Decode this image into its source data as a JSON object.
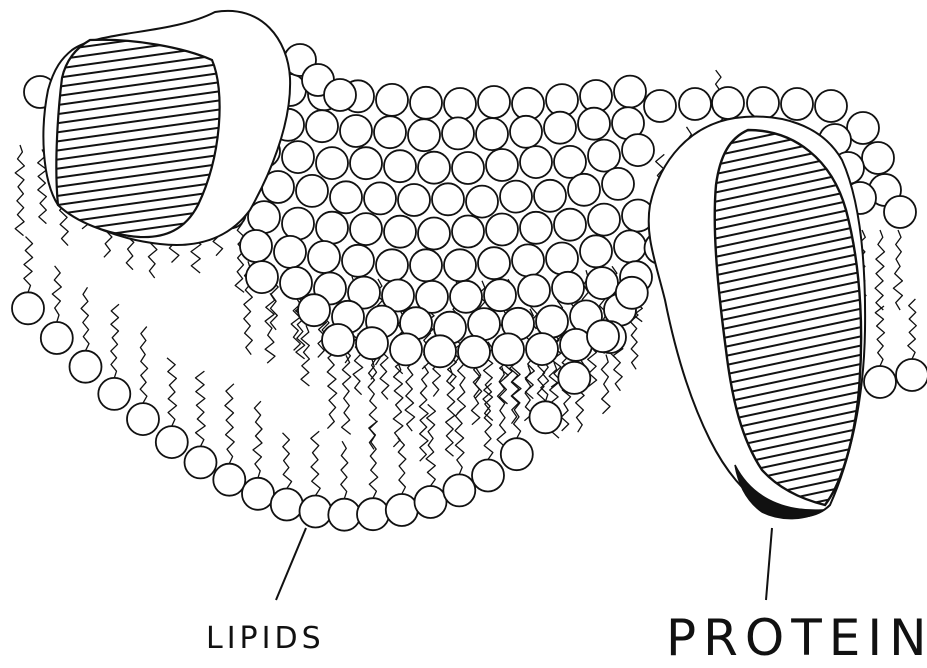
{
  "diagram": {
    "type": "membrane-illustration",
    "labels": {
      "lipids": "LIPIDS",
      "protein": "PROTEIN"
    },
    "colors": {
      "ink": "#111111",
      "background": "#ffffff"
    }
  }
}
